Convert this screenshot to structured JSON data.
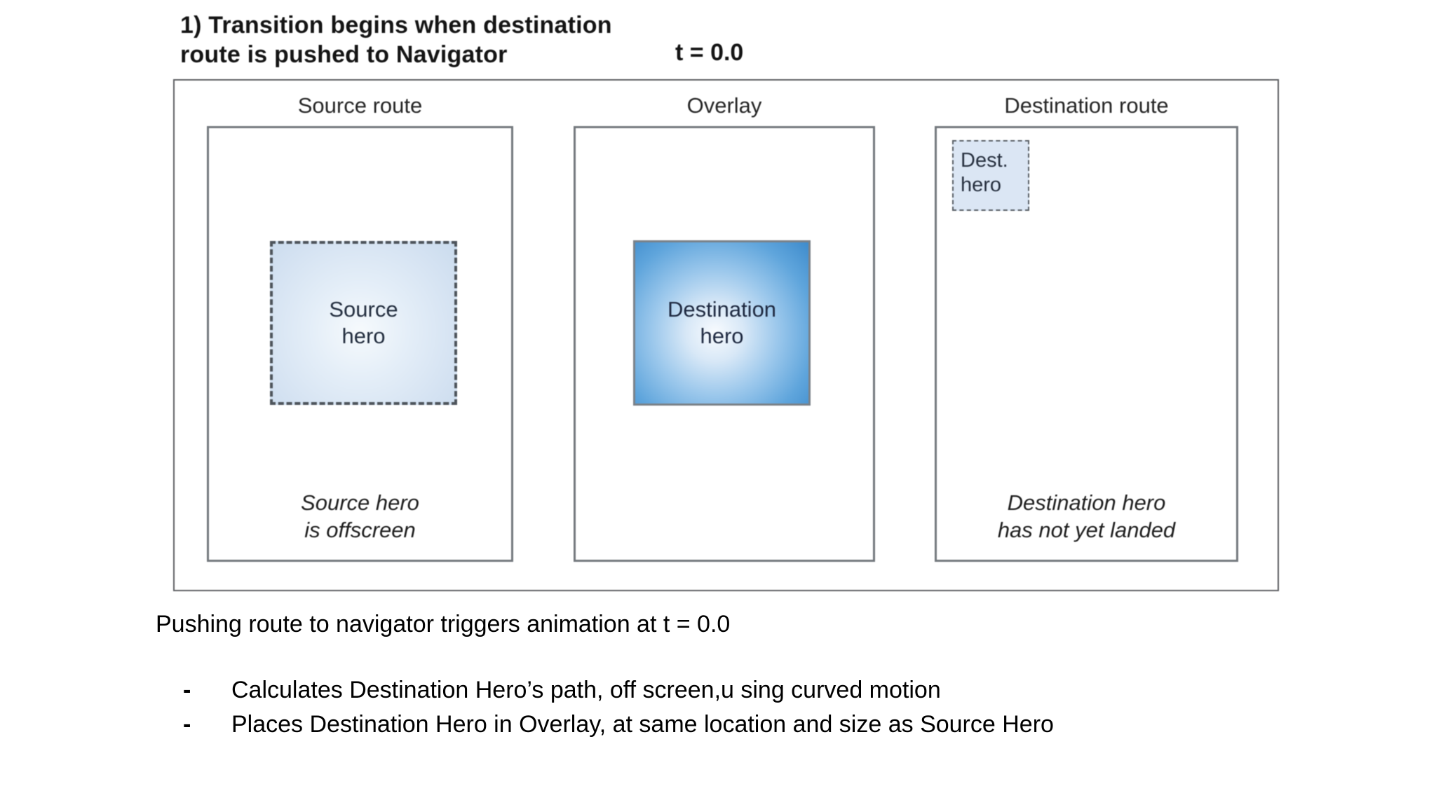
{
  "diagram": {
    "heading": {
      "line1": "1) Transition begins when destination",
      "line2": "route is pushed to Navigator"
    },
    "time_label": "t = 0.0",
    "panels": [
      {
        "label": "Source route"
      },
      {
        "label": "Overlay"
      },
      {
        "label": "Destination route"
      }
    ],
    "source_hero": {
      "line1": "Source",
      "line2": "hero"
    },
    "overlay_hero": {
      "line1": "Destination",
      "line2": "hero"
    },
    "dest_hero": {
      "line1": "Dest.",
      "line2": "hero"
    },
    "captions": {
      "source": {
        "line1": "Source hero",
        "line2": "is offscreen"
      },
      "destination": {
        "line1": "Destination hero",
        "line2": "has not yet landed"
      }
    },
    "colors": {
      "hero_light_fill": "#d9e5f3",
      "hero_gradient_blue": "#4491d0",
      "panel_border_gray": "#73787d",
      "dashed_border_gray": "#4e555c"
    }
  },
  "notes": {
    "intro": "Pushing route to navigator triggers animation at t = 0.0",
    "bullets": [
      {
        "marker": "-",
        "text": "Calculates Destination Hero’s path, off screen,u sing curved motion"
      },
      {
        "marker": "-",
        "text": "Places Destination Hero in Overlay, at same location and size as Source Hero"
      }
    ]
  }
}
